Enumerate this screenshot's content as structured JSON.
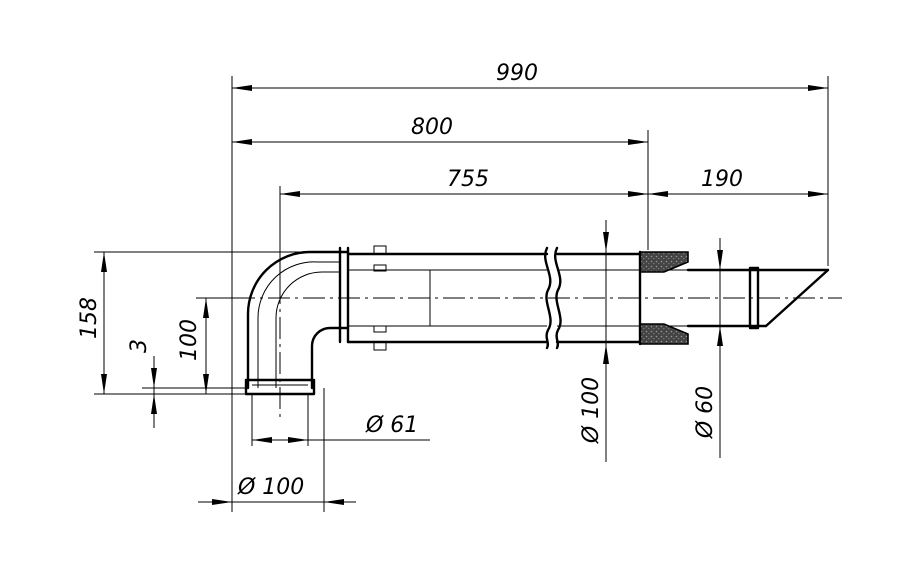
{
  "dimensions": {
    "total_length": "990",
    "length_to_socket": "800",
    "straight_length": "755",
    "outlet_length": "190",
    "height": "158",
    "offset": "3",
    "bend_height": "100",
    "inner_diameter_elbow": "Ø 61",
    "outer_diameter_elbow": "Ø 100",
    "outer_diameter_pipe": "Ø 100",
    "inner_diameter_pipe": "Ø 60"
  },
  "colors": {
    "line": "#000000",
    "background": "#ffffff",
    "insulation": "#555555"
  }
}
